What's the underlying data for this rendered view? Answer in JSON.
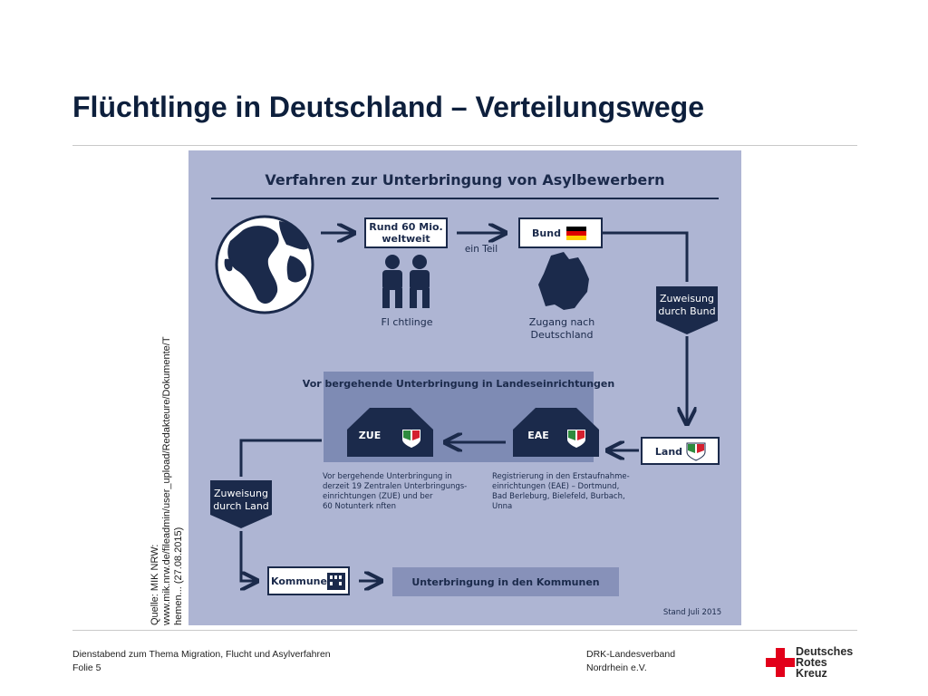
{
  "slide": {
    "title": "Flüchtlinge in Deutschland – Verteilungswege"
  },
  "source": {
    "line1": "Quelle: MIK NRW:",
    "line2": "www.mik.nrw.de/fileadmin/user_upload/Redakteure/Dokumente/T",
    "line3": "hemen... (27.08.2015)"
  },
  "diagram": {
    "title": "Verfahren zur Unterbringung von Asylbewerbern",
    "rund_line1": "Rund 60 Mio.",
    "rund_line2": "weltweit",
    "ein_teil": "ein Teil",
    "bund": "Bund",
    "fluechtlinge": "Fl   chtlinge",
    "zugang_line1": "Zugang nach",
    "zugang_line2": "Deutschland",
    "zuweisung_bund_line1": "Zuweisung",
    "zuweisung_bund_line2": "durch Bund",
    "landes_title": "Vor  bergehende Unterbringung in Landeseinrichtungen",
    "zue": "ZUE",
    "eae": "EAE",
    "land": "Land",
    "zuweisung_land_line1": "Zuweisung",
    "zuweisung_land_line2": "durch Land",
    "zue_desc": [
      "Vor  bergehende Unterbringung in",
      "derzeit 19 Zentralen Unterbringungs-",
      "einrichtungen (ZUE) und    ber",
      "60 Notunterk  nften"
    ],
    "eae_desc": [
      "Registrierung in den Erstaufnahme-",
      "einrichtungen (EAE) – Dortmund,",
      "Bad Berleburg, Bielefeld, Burbach,",
      "Unna"
    ],
    "kommune": "Kommune",
    "kommunen_banner": "Unterbringung in den Kommunen",
    "stand": "Stand Juli 2015"
  },
  "footer": {
    "event": "Dienstabend zum Thema Migration, Flucht und Asylverfahren",
    "slide_no": "Folie 5",
    "org_line1": "DRK-Landesverband",
    "org_line2": "Nordrhein e.V.",
    "logo_line1": "Deutsches",
    "logo_line2": "Rotes",
    "logo_line3": "Kreuz"
  },
  "colors": {
    "panel_bg": "#aeb5d3",
    "dark_navy": "#1b2a4b",
    "band_bg": "#7e8bb4",
    "kommunen_bg": "#8791b9",
    "drk_red": "#e2001a"
  }
}
